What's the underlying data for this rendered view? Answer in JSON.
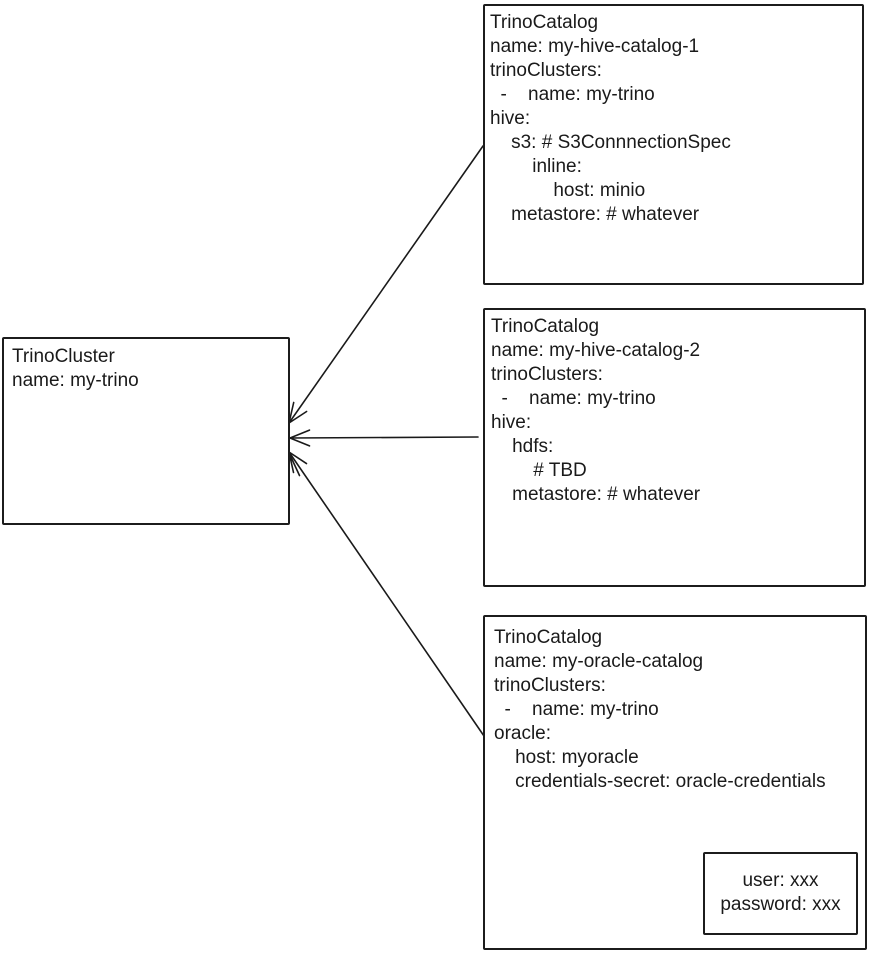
{
  "colors": {
    "stroke": "#1a1a1a",
    "background": "#ffffff"
  },
  "cluster": {
    "kind": "TrinoCluster",
    "name": "my-trino",
    "lines": [
      "TrinoCluster",
      "name: my-trino"
    ]
  },
  "catalogs": [
    {
      "kind": "TrinoCatalog",
      "name": "my-hive-catalog-1",
      "lines": [
        "TrinoCatalog",
        "name: my-hive-catalog-1",
        "trinoClusters:",
        "  -    name: my-trino",
        "hive:",
        "    s3: # S3ConnnectionSpec",
        "        inline:",
        "            host: minio",
        "    metastore: # whatever"
      ]
    },
    {
      "kind": "TrinoCatalog",
      "name": "my-hive-catalog-2",
      "lines": [
        "TrinoCatalog",
        "name: my-hive-catalog-2",
        "trinoClusters:",
        "  -    name: my-trino",
        "hive:",
        "    hdfs:",
        "        # TBD",
        "    metastore: # whatever"
      ]
    },
    {
      "kind": "TrinoCatalog",
      "name": "my-oracle-catalog",
      "lines": [
        "TrinoCatalog",
        "name: my-oracle-catalog",
        "trinoClusters:",
        "  -    name: my-trino",
        "oracle:",
        "    host: myoracle",
        "    credentials-secret: oracle-credentials"
      ]
    }
  ],
  "secret": {
    "lines": [
      "user: xxx",
      "password: xxx"
    ]
  },
  "connectors": [
    {
      "from": "my-hive-catalog-1",
      "to": "my-trino"
    },
    {
      "from": "my-hive-catalog-2",
      "to": "my-trino"
    },
    {
      "from": "my-oracle-catalog",
      "to": "my-trino"
    },
    {
      "from": "credentials-secret: oracle-credentials",
      "to": "user/password secret"
    }
  ]
}
